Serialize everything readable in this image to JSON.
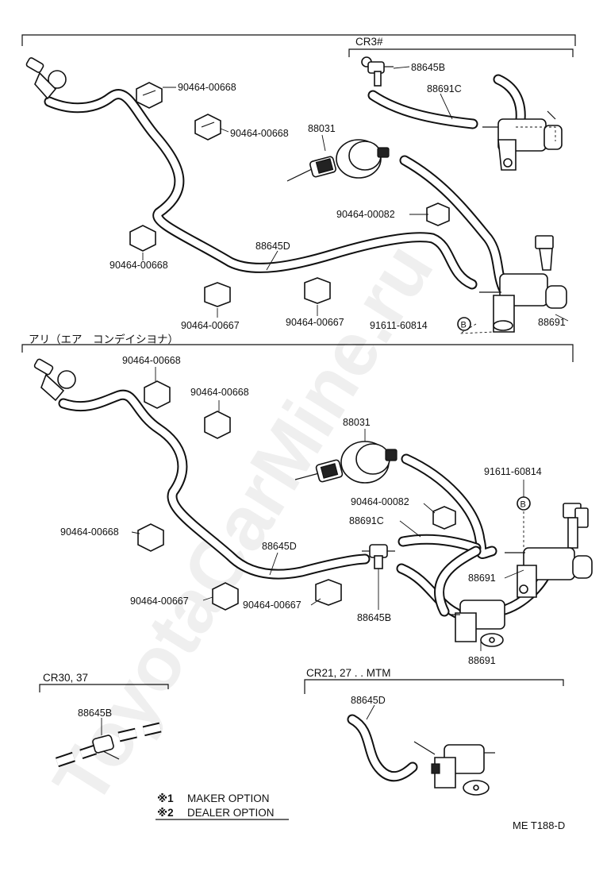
{
  "sections": {
    "top_label": "CR3#",
    "middle_label": "アリ（エア　コンデイシヨナ）",
    "bottom_left_label": "CR30, 37",
    "bottom_right_label": "CR21, 27 . . MTM"
  },
  "top_diagram": {
    "label_88645B": "88645B",
    "label_88691C": "88691C",
    "label_88031": "88031",
    "label_clip_1": "90464-00668",
    "label_clip_2": "90464-00668",
    "label_clip_3": "90464-00082",
    "label_clip_4": "90464-00668",
    "label_88645D": "88645D",
    "label_clip_5": "90464-00667",
    "label_clip_6": "90464-00667",
    "label_bolt": "91611-60814",
    "bolt_marker": "B",
    "label_88691": "88691"
  },
  "middle_diagram": {
    "label_clip_1": "90464-00668",
    "label_clip_2": "90464-00668",
    "label_88031": "88031",
    "label_bolt": "91611-60814",
    "bolt_marker": "B",
    "label_clip_3": "90464-00082",
    "label_88691C": "88691C",
    "label_clip_4": "90464-00668",
    "label_88645D": "88645D",
    "label_88691_right": "88691",
    "label_clip_5": "90464-00667",
    "label_clip_6": "90464-00667",
    "label_88645B": "88645B",
    "label_88691_bottom": "88691"
  },
  "bottom_diagram": {
    "label_88645B": "88645B",
    "label_88645D": "88645D"
  },
  "legend": {
    "option_1_mark": "※1",
    "option_1_text": "MAKER OPTION",
    "option_2_mark": "※2",
    "option_2_text": "DEALER OPTION"
  },
  "footer": {
    "figure_code": "ME T188-D"
  },
  "watermark": "ToyotaCarMine.ru"
}
